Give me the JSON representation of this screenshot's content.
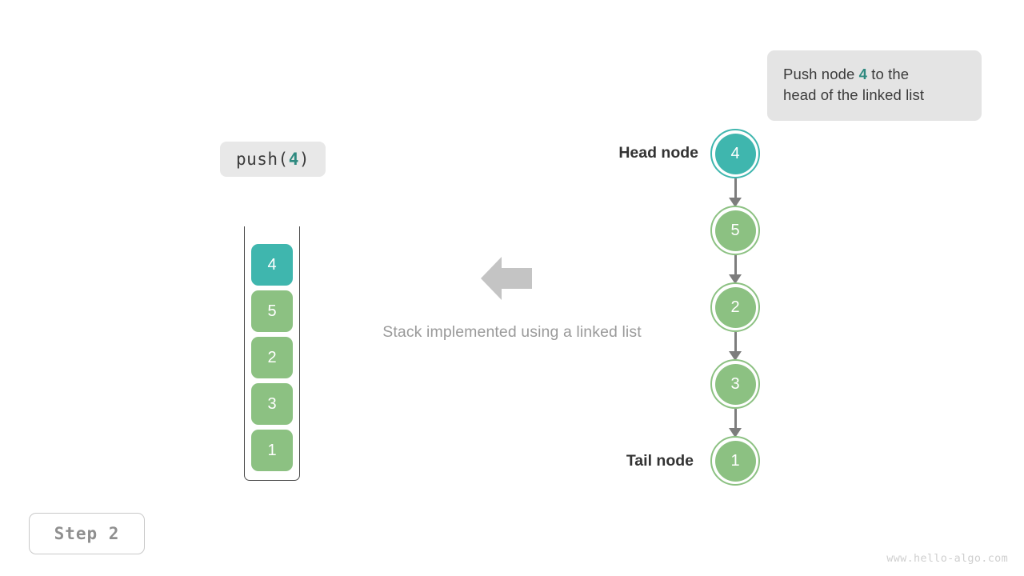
{
  "callout": {
    "text_before": "Push node ",
    "highlight": "4",
    "text_after": " to the",
    "line2": "head of the linked list",
    "bg_color": "#e4e4e4",
    "highlight_color": "#2f8a80"
  },
  "operation_chip": {
    "name": "push",
    "open_paren": "(",
    "argument": "4",
    "close_paren": ")"
  },
  "stack": {
    "caption": "Stack implemented using a linked list",
    "arrow_icon": "arrow-left-icon",
    "top_color": "#3fb6ae",
    "body_color": "#8cc182",
    "cells": [
      {
        "value": "4",
        "color": "#3fb6ae",
        "is_top": true
      },
      {
        "value": "5",
        "color": "#8cc182",
        "is_top": false
      },
      {
        "value": "2",
        "color": "#8cc182",
        "is_top": false
      },
      {
        "value": "3",
        "color": "#8cc182",
        "is_top": false
      },
      {
        "value": "1",
        "color": "#8cc182",
        "is_top": false
      }
    ]
  },
  "linked_list": {
    "head_label": "Head node",
    "tail_label": "Tail node",
    "nodes": [
      {
        "value": "4",
        "color": "#3fb6ae",
        "role": "head"
      },
      {
        "value": "5",
        "color": "#8cc182",
        "role": "middle"
      },
      {
        "value": "2",
        "color": "#8cc182",
        "role": "middle"
      },
      {
        "value": "3",
        "color": "#8cc182",
        "role": "middle"
      },
      {
        "value": "1",
        "color": "#8cc182",
        "role": "tail"
      }
    ],
    "link_color": "#7d7d7d"
  },
  "step_badge": {
    "label": "Step 2"
  },
  "watermark": {
    "text": "www.hello-algo.com"
  }
}
